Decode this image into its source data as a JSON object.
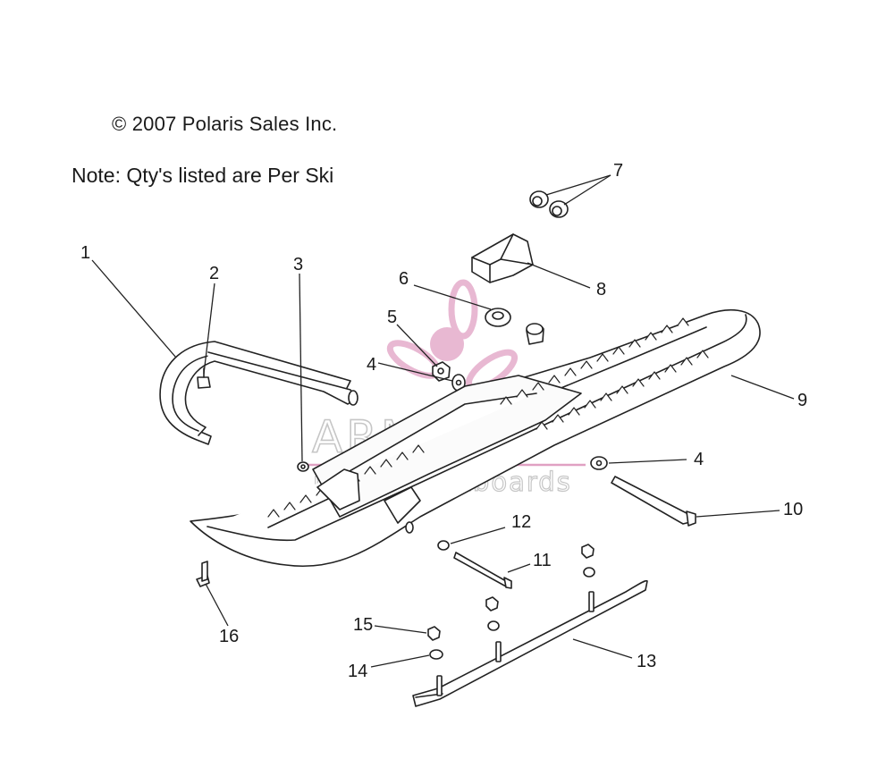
{
  "copyright": "© 2007 Polaris Sales Inc.",
  "note": "Note: Qty's listed are Per Ski",
  "callouts": [
    "1",
    "2",
    "3",
    "4",
    "5",
    "6",
    "7",
    "8",
    "9",
    "4",
    "10",
    "12",
    "11",
    "13",
    "15",
    "14",
    "16"
  ],
  "watermark": {
    "name": "ARMADA",
    "tagline": "marine outboards",
    "color": "#d98ab5"
  }
}
